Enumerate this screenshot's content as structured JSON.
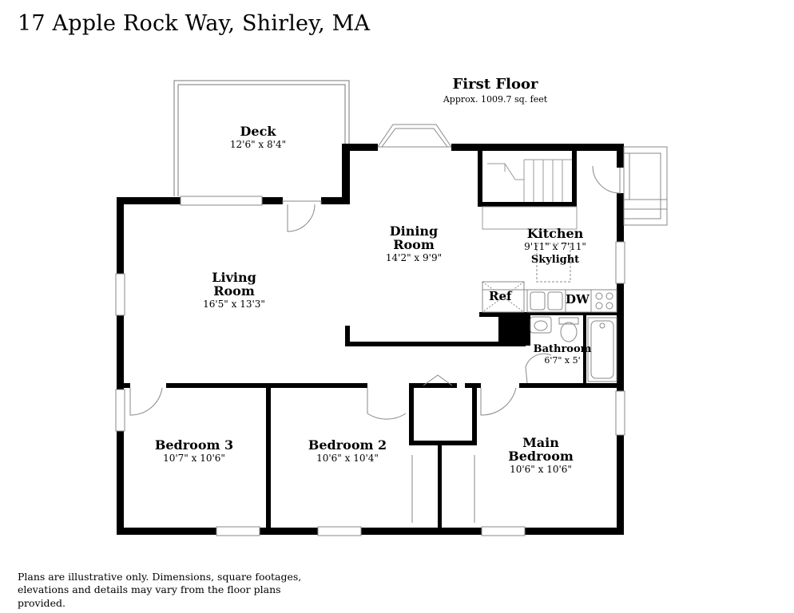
{
  "header": {
    "address": "17 Apple Rock Way, Shirley, MA"
  },
  "floor": {
    "title": "First Floor",
    "area": "Approx. 1009.7 sq. feet"
  },
  "rooms": {
    "deck": {
      "name": "Deck",
      "dims": "12'6\" x 8'4\""
    },
    "dining": {
      "name_line1": "Dining",
      "name_line2": "Room",
      "dims": "14'2\" x 9'9\""
    },
    "kitchen": {
      "name": "Kitchen",
      "dims": "9'11\" x 7'11\"",
      "note": "Skylight"
    },
    "living": {
      "name_line1": "Living",
      "name_line2": "Room",
      "dims": "16'5\" x 13'3\""
    },
    "bathroom": {
      "name": "Bathroom",
      "dims": "6'7\" x 5'"
    },
    "bedroom3": {
      "name": "Bedroom 3",
      "dims": "10'7\" x 10'6\""
    },
    "bedroom2": {
      "name": "Bedroom 2",
      "dims": "10'6\" x 10'4\""
    },
    "main_bedroom": {
      "name_line1": "Main",
      "name_line2": "Bedroom",
      "dims": "10'6\" x 10'6\""
    }
  },
  "fixtures": {
    "refrigerator": "Ref",
    "dishwasher": "DW"
  },
  "footer": {
    "disclaimer_line1": "Plans are illustrative only. Dimensions, square footages,",
    "disclaimer_line2": "elevations and details may vary from the floor plans provided."
  }
}
